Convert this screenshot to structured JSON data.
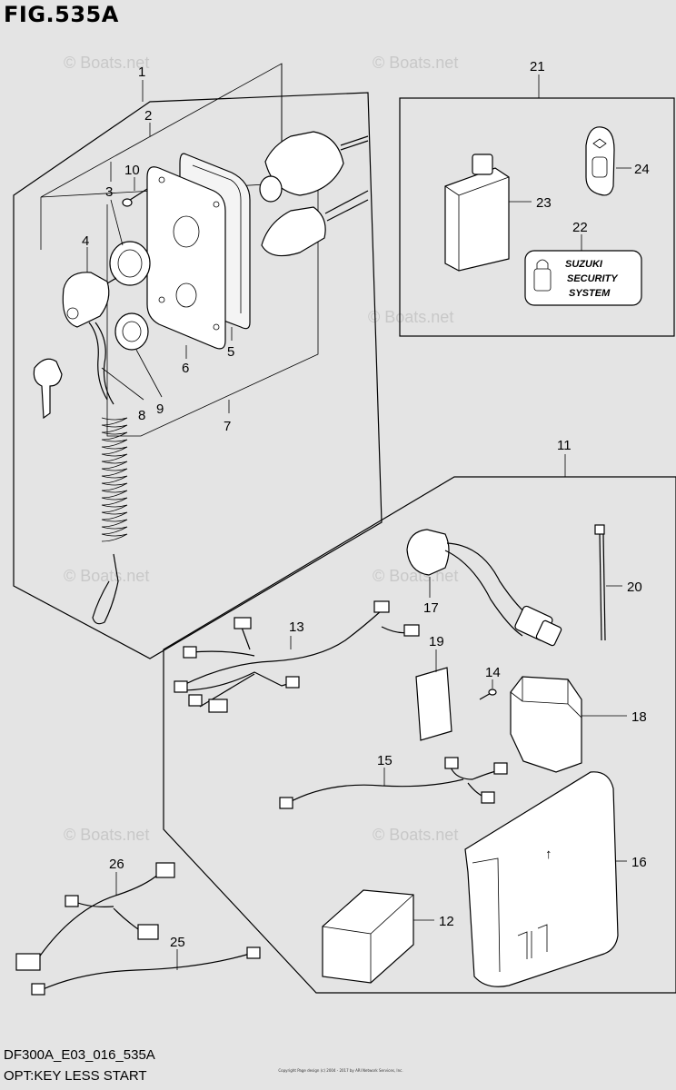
{
  "figure": {
    "title": "FIG.535A",
    "code": "DF300A_E03_016_535A",
    "description": "OPT:KEY LESS START",
    "copyright": "Copyright Page design (c) 2004 - 2017 by ARI Network Services, Inc."
  },
  "watermark": "© Boats.net",
  "security_label": [
    "SUZUKI",
    "SECURITY",
    "SYSTEM"
  ],
  "callouts": {
    "c1": "1",
    "c2": "2",
    "c3": "3",
    "c4": "4",
    "c5": "5",
    "c6": "6",
    "c7": "7",
    "c8": "8",
    "c9": "9",
    "c10": "10",
    "c11": "11",
    "c12": "12",
    "c13": "13",
    "c14": "14",
    "c15": "15",
    "c16": "16",
    "c17": "17",
    "c18": "18",
    "c19": "19",
    "c20": "20",
    "c21": "21",
    "c22": "22",
    "c23": "23",
    "c24": "24",
    "c25": "25",
    "c26": "26"
  }
}
